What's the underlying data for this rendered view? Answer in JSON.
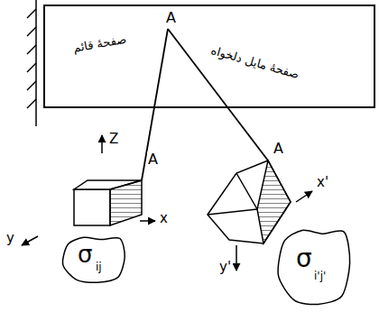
{
  "diagram": {
    "nodes": [
      {
        "text": [
          "A",
          "صفحهٔ قائم",
          "صفحهٔ مایل دلخواه"
        ]
      },
      {
        "text": [
          "σ",
          "ij"
        ]
      },
      {
        "text": [
          "σ",
          "i'j'"
        ]
      }
    ],
    "labels": [
      "A",
      "A",
      "Z",
      "x",
      "y",
      "x'",
      "y'"
    ]
  }
}
